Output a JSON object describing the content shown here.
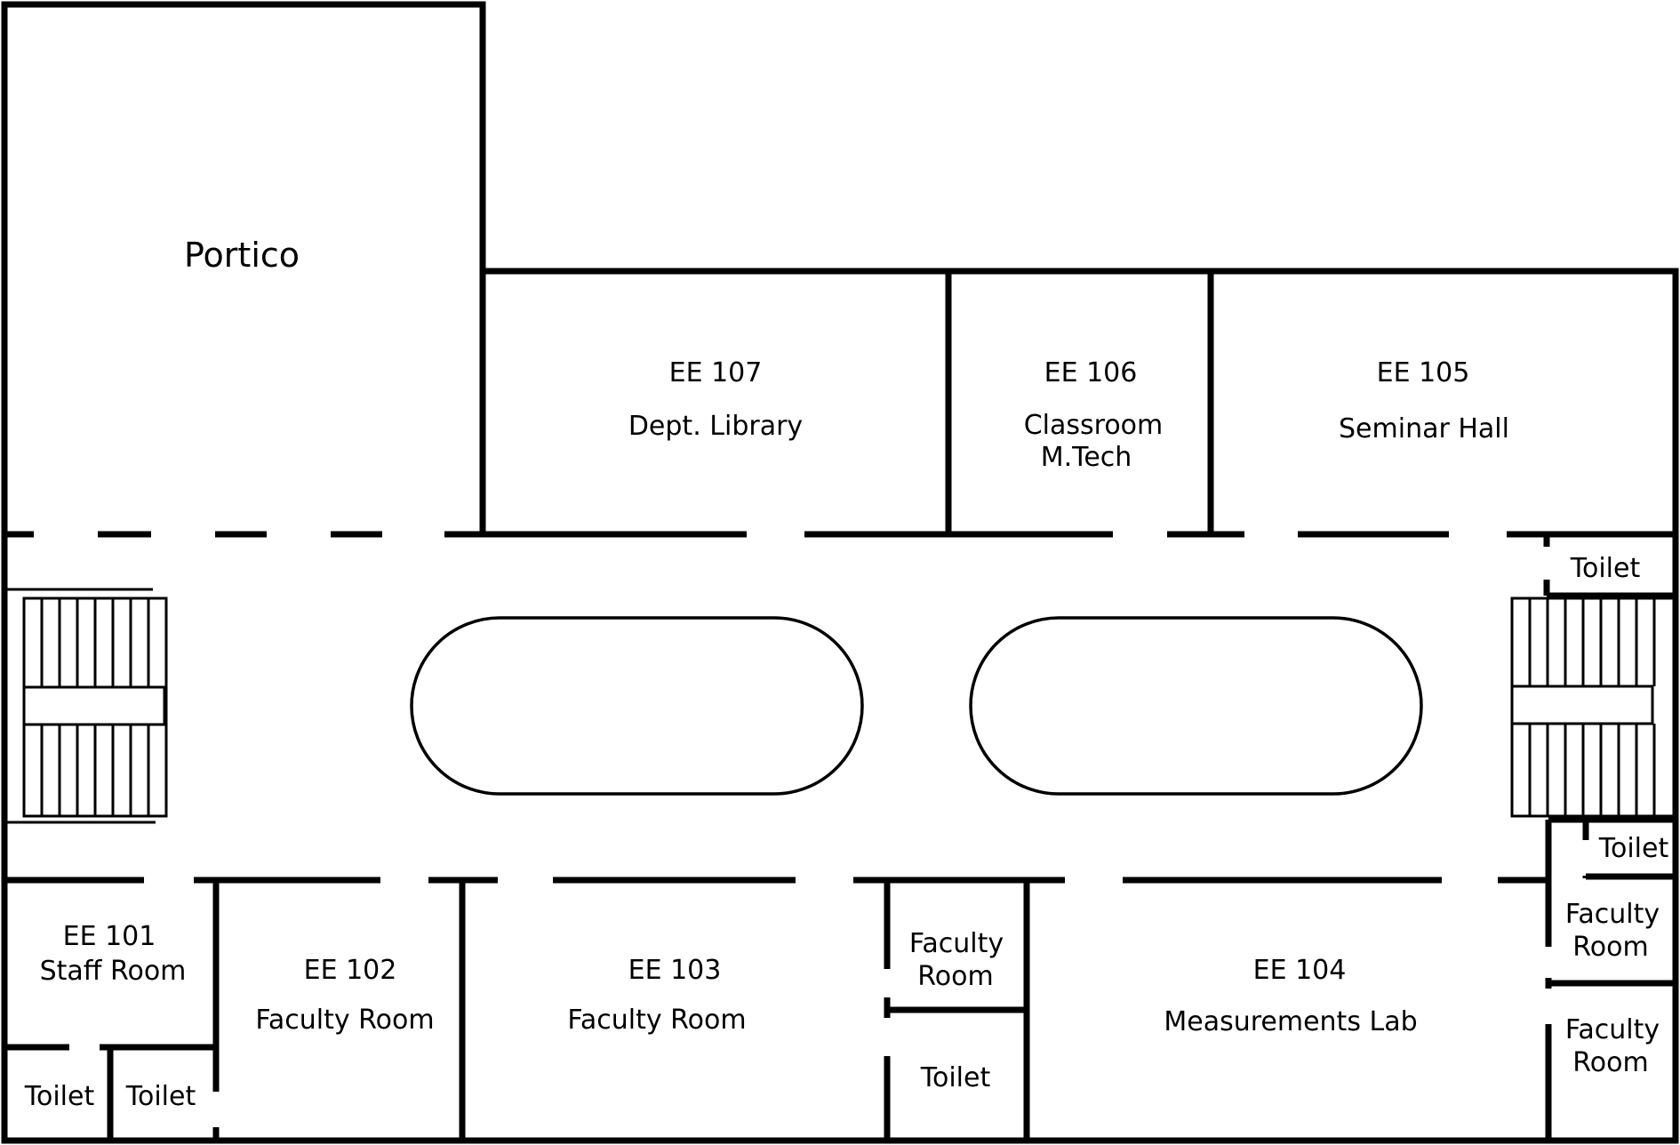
{
  "rooms": {
    "portico": "Portico",
    "ee107": {
      "number": "EE 107",
      "name": "Dept. Library"
    },
    "ee106": {
      "number": "EE 106",
      "name_line1": "Classroom",
      "name_line2": "M.Tech"
    },
    "ee105": {
      "number": "EE 105",
      "name": "Seminar Hall"
    },
    "ee101": {
      "number": "EE 101",
      "name": "Staff Room"
    },
    "ee102": {
      "number": "EE 102",
      "name": "Faculty Room"
    },
    "ee103": {
      "number": "EE 103",
      "name": "Faculty Room"
    },
    "ee104": {
      "number": "EE 104",
      "name": "Measurements Lab"
    },
    "toilet": "Toilet",
    "faculty_room_line1": "Faculty",
    "faculty_room_line2": "Room"
  },
  "colors": {
    "wall": "#000000",
    "background": "#ffffff"
  }
}
